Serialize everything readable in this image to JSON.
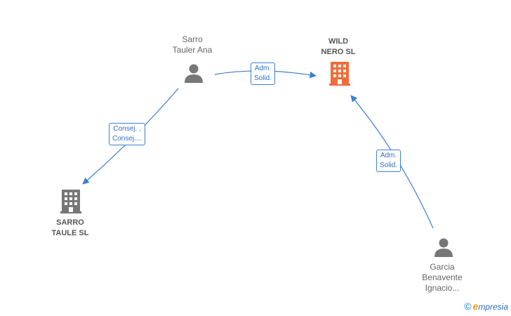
{
  "nodes": {
    "sarro_tauler_ana": {
      "line1": "Sarro",
      "line2": "Tauler Ana"
    },
    "wild_nero_sl": {
      "line1": "WILD",
      "line2": "NERO  SL"
    },
    "sarro_taule_sl": {
      "line1": "SARRO",
      "line2": "TAULE  SL"
    },
    "garcia_benavente": {
      "line1": "Garcia",
      "line2": "Benavente",
      "line3": "Ignacio..."
    }
  },
  "edges": {
    "ana_to_wild": {
      "line1": "Adm.",
      "line2": "Solid."
    },
    "ana_to_sarro": {
      "line1": "Consej. ,",
      "line2": "Consej...."
    },
    "garcia_to_wild": {
      "line1": "Adm.",
      "line2": "Solid."
    }
  },
  "colors": {
    "edge": "#3b7fd4",
    "person_icon": "#777777",
    "company_icon_active": "#f26b3a",
    "company_icon": "#777777"
  },
  "brand": {
    "copyright": "©",
    "name_first": "e",
    "name_rest": "mpresia"
  }
}
